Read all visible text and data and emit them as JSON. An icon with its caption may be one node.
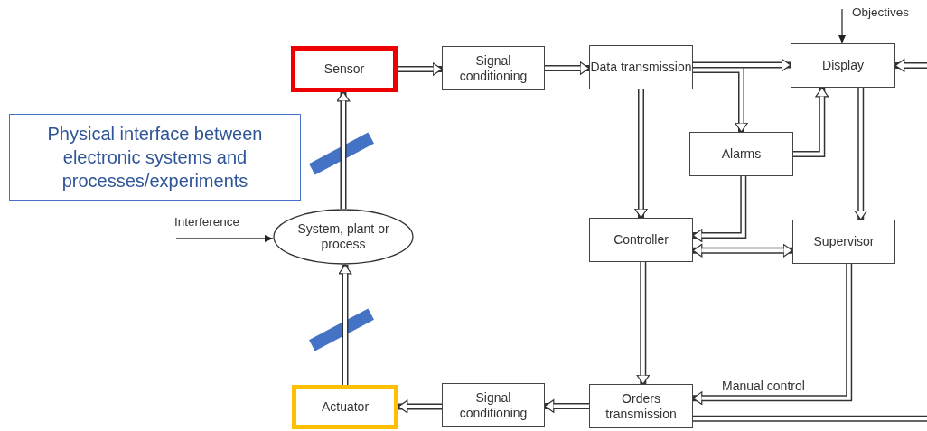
{
  "diagram": {
    "nodes": [
      {
        "text": [
          "Sensor"
        ]
      },
      {
        "text": [
          "Signal conditioning"
        ]
      },
      {
        "text": [
          "Data transmission"
        ]
      },
      {
        "text": [
          "Display"
        ]
      },
      {
        "text": [
          "Alarms"
        ]
      },
      {
        "text": [
          "Controller"
        ]
      },
      {
        "text": [
          "Supervisor"
        ]
      },
      {
        "text": [
          "System, plant or process"
        ]
      },
      {
        "text": [
          "Actuator"
        ]
      },
      {
        "text": [
          "Signal conditioning"
        ]
      },
      {
        "text": [
          "Orders transmission"
        ]
      },
      {
        "text": [
          "Physical interface between electronic systems and processes/experiments"
        ]
      },
      {
        "text": [
          "Interference"
        ]
      },
      {
        "text": [
          "Objectives"
        ]
      }
    ],
    "edges": [
      {
        "from": 0,
        "to": 1,
        "arrow": "to"
      },
      {
        "from": 1,
        "to": 2,
        "arrow": "to"
      },
      {
        "from": 2,
        "to": 3,
        "arrow": "to"
      },
      {
        "from": 2,
        "to": 4,
        "arrow": "to"
      },
      {
        "from": 4,
        "to": 3,
        "arrow": "to"
      },
      {
        "from": 2,
        "to": 5,
        "arrow": "to"
      },
      {
        "from": 4,
        "to": 5,
        "arrow": "to"
      },
      {
        "from": 5,
        "to": 6,
        "arrow": "both"
      },
      {
        "from": 3,
        "to": 6,
        "arrow": "to"
      },
      {
        "from": 5,
        "to": 10,
        "arrow": "to"
      },
      {
        "from": 6,
        "to": 10,
        "arrow": "to",
        "label": "Manual control"
      },
      {
        "from": 10,
        "to": 9,
        "arrow": "to"
      },
      {
        "from": 9,
        "to": 8,
        "arrow": "to"
      },
      {
        "from": 8,
        "to": 7,
        "arrow": "to"
      },
      {
        "from": 7,
        "to": 0,
        "arrow": "to"
      },
      {
        "from": 12,
        "to": 7,
        "arrow": "to"
      },
      {
        "from": 13,
        "to": 3,
        "arrow": "to"
      },
      {
        "from": null,
        "to": 3,
        "arrow": "to"
      },
      {
        "from": 10,
        "to": null,
        "arrow": "none"
      }
    ]
  }
}
